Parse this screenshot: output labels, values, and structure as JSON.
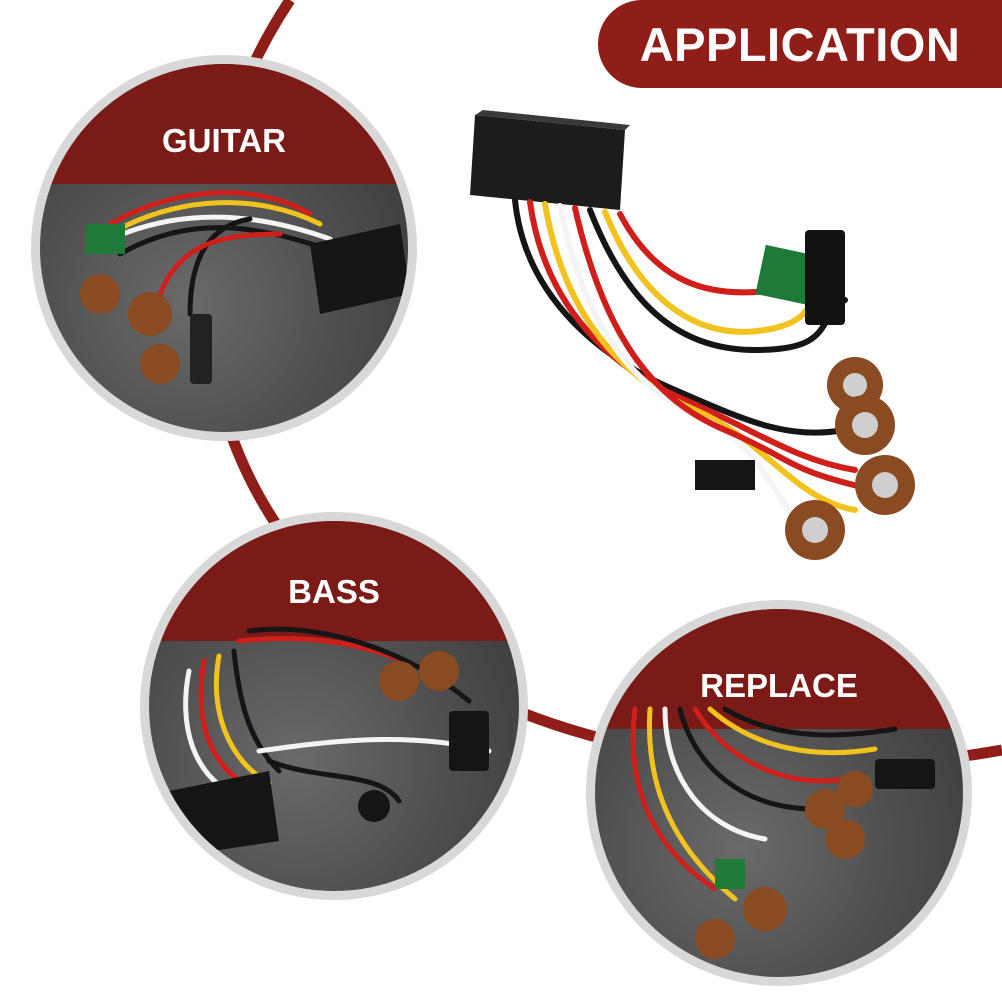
{
  "banner": {
    "title": "APPLICATION"
  },
  "circles": {
    "guitar": {
      "label": "GUITAR"
    },
    "bass": {
      "label": "BASS"
    },
    "replace": {
      "label": "REPLACE"
    }
  },
  "colors": {
    "accent": "#8f1d18",
    "band": "#7a1b17",
    "ring": "#d8d8d8",
    "wire_red": "#d01f1b",
    "wire_yellow": "#f2c21e",
    "wire_white": "#f4f4f4",
    "wire_black": "#151515"
  },
  "icons": [
    "harness-icon",
    "preamp-box-icon",
    "potentiometer-icon",
    "jack-icon",
    "battery-clip-icon"
  ]
}
